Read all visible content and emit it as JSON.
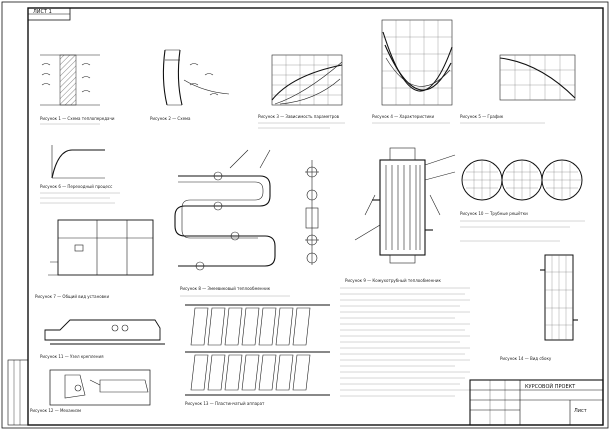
{
  "sheet": {
    "corner_label": "ЛИСТ 1",
    "stamp_title": "КУРСОВОЙ ПРОЕКТ",
    "stamp_sheet": "Лист"
  },
  "captions": {
    "fig_wall_left": "Рисунок 1 — Схема теплопередачи",
    "fig_wall_mid": "Рисунок 2 — Схема",
    "fig_curves_a": "Рисунок 3 — Зависимость параметров",
    "fig_curves_b": "Рисунок 4 — Характеристики",
    "fig_curve_c": "Рисунок 5 — График",
    "fig_step": "Рисунок 6 — Переходный процесс",
    "fig_block": "Рисунок 7 — Общий вид установки",
    "fig_coil": "Рисунок 8 — Змеевиковый теплообменник",
    "fig_shell": "Рисунок 9 — Кожухотрубный теплообменник",
    "fig_tubesheets": "Рисунок 10 — Трубные решётки",
    "fig_bar": "Рисунок 11 — Узел крепления",
    "fig_mech": "Рисунок 12 — Механизм",
    "fig_plates": "Рисунок 13 — Пластинчатый аппарат",
    "fig_side": "Рисунок 14 — Вид сбоку"
  }
}
